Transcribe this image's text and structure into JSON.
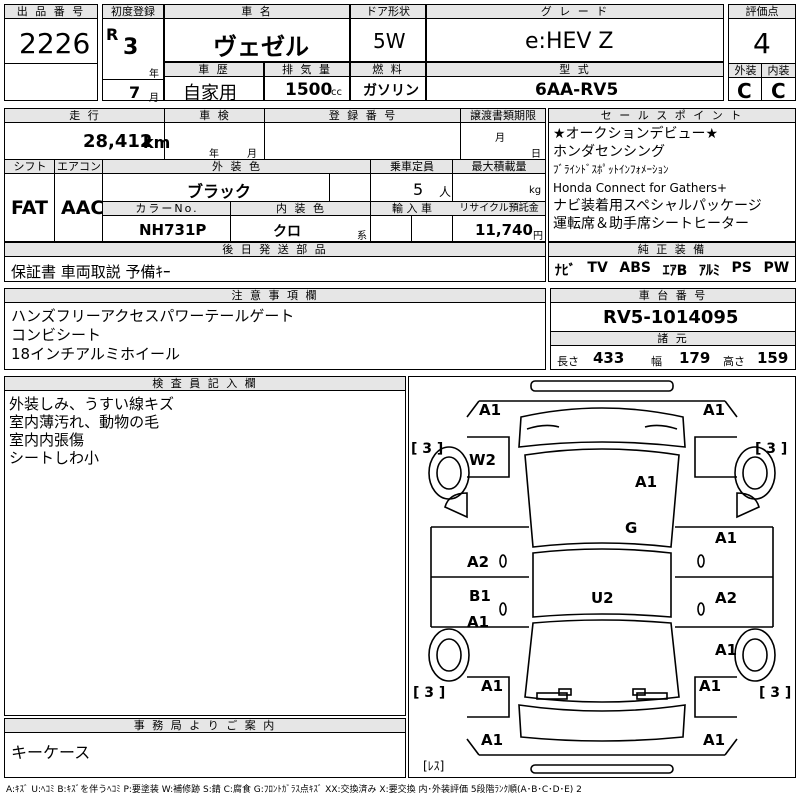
{
  "header": {
    "lot_label": "出 品 番 号",
    "lot_no": "2226",
    "reg_label": "初度登録",
    "era": "R",
    "year": "3",
    "year_unit": "年",
    "month": "7",
    "month_unit": "月",
    "name_label": "車 名",
    "car_name": "ヴェゼル",
    "door_label": "ドア形状",
    "door": "5W",
    "grade_label": "グ レ ー ド",
    "grade": "e:HEV Z",
    "score_label": "評価点",
    "score": "4",
    "history_label": "車 歴",
    "history": "自家用",
    "disp_label": "排 気 量",
    "displacement": "1500",
    "cc": "cc",
    "fuel_label": "燃 料",
    "fuel": "ガソリン",
    "model_label": "型 式",
    "model": "6AA-RV5",
    "ext_grade_label": "外装",
    "ext_grade": "C",
    "int_grade_label": "内装",
    "int_grade": "C"
  },
  "row2": {
    "mileage_label": "走 行",
    "mileage": "28,412",
    "km": "km",
    "inspection_label": "車 検",
    "insp_year": "年",
    "insp_month": "月",
    "regno_label": "登 録 番 号",
    "deadline_label": "譲渡書類期限",
    "dl_month": "月",
    "dl_day": "日",
    "shift_label": "シフト",
    "ac_label": "エアコン",
    "color_label": "外 装 色",
    "color": "ブラック",
    "capacity_label": "乗車定員",
    "capacity": "5",
    "capacity_unit": "人",
    "maxload_label": "最大積載量",
    "maxload_unit": "kg",
    "shift": "FAT",
    "ac": "AAC",
    "colorno_label": "カラーNo.",
    "colorno": "NH731P",
    "interior_label": "内 装 色",
    "interior": "クロ",
    "interior_unit": "系",
    "import_label": "輸 入 車",
    "recycle_label": "リサイクル預託金",
    "recycle": "11,740",
    "yen": "円"
  },
  "sales_point": {
    "label": "セ ー ル ス ポ イ ン ト",
    "lines": [
      "★オークションデビュー★",
      "ホンダセンシング",
      "ﾌﾞﾗｲﾝﾄﾞｽﾎﾟｯﾄｲﾝﾌｫﾒｰｼｮﾝ",
      "Honda  Connect  for Gathers+",
      "ナビ装着用スペシャルパッケージ",
      "運転席＆助手席シートヒーター"
    ]
  },
  "later_parts": {
    "label": "後 日 発 送 部 品",
    "value": "保証書 車両取説 予備ｷｰ"
  },
  "equipment": {
    "label": "純 正 装 備",
    "items": [
      "ﾅﾋﾞ",
      "TV",
      "ABS",
      "ｴｱB",
      "ｱﾙﾐ",
      "PS",
      "PW"
    ]
  },
  "notes": {
    "label": "注 意 事 項 欄",
    "lines": [
      "ハンズフリーアクセスパワーテールゲート",
      "コンビシート",
      "18インチアルミホイール"
    ]
  },
  "chassis": {
    "label": "車 台 番 号",
    "value": "RV5-1014095",
    "dims_label": "諸 元",
    "len_label": "長さ",
    "length": "433",
    "wid_label": "幅",
    "width": "179",
    "hgt_label": "高さ",
    "height": "159"
  },
  "inspector": {
    "label": "検 査 員 記 入 欄",
    "lines": [
      "外装しみ、うすい線キズ",
      "室内薄汚れ、動物の毛",
      "室内内張傷",
      "シートしわ小"
    ]
  },
  "office": {
    "label": "事 務 局 よ り ご 案 内",
    "value": "キーケース"
  },
  "diagram": {
    "marks": [
      "A1",
      "A1",
      "W2",
      "A1",
      "G",
      "A1",
      "A2",
      "B1",
      "A1",
      "U2",
      "A2",
      "A1",
      "A1",
      "A1",
      "A1",
      "A1"
    ],
    "tires": [
      "[ 3 ]",
      "[ 3 ]",
      "[ 3 ]",
      "[ 3 ]"
    ],
    "spare": "[ﾚｽ]"
  },
  "legend": "A:ｷｽﾞ U:ﾍｺﾐ B:ｷｽﾞを伴うﾍｺﾐ P:要塗装 W:補修跡 S:錆 C:腐食 G:ﾌﾛﾝﾄｶﾞﾗｽ点ｷｽﾞ XX:交換済み X:要交換  内･外装評価 5段階ﾗﾝｸ順(A･B･C･D･E) 2"
}
